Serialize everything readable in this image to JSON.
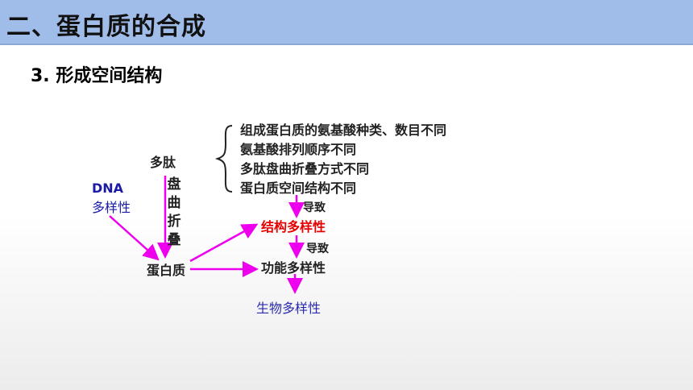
{
  "header": {
    "title": "二、蛋白质的合成"
  },
  "section": {
    "title": "3. 形成空间结构"
  },
  "diagram": {
    "polypeptide": "多肽",
    "folding": [
      "盘",
      "曲",
      "折",
      "叠"
    ],
    "dna": "DNA",
    "dna_diversity": "多样性",
    "protein": "蛋白质",
    "reasons": [
      "组成蛋白质的氨基酸种类、数目不同",
      "氨基酸排列顺序不同",
      "多肽盘曲折叠方式不同",
      "蛋白质空间结构不同"
    ],
    "leads_to_1": "导致",
    "structural_diversity": "结构多样性",
    "leads_to_2": "导致",
    "functional_diversity": "功能多样性",
    "biodiversity": "生物多样性"
  },
  "colors": {
    "header_bg": "#a0bce8",
    "arrow": "#ee00ee",
    "structural_diversity": "#e60000",
    "dna": "#1a1aa6",
    "biodiversity": "#2a2ab0"
  }
}
